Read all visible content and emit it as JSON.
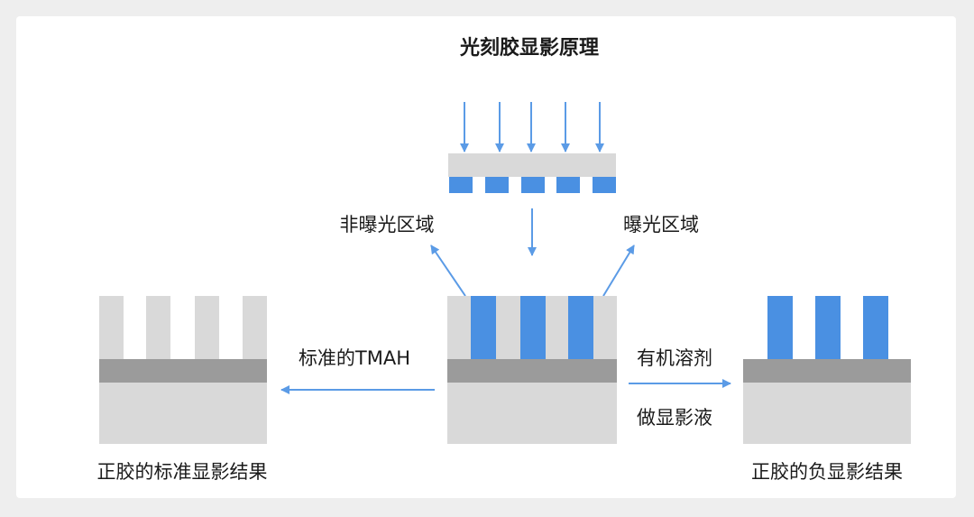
{
  "title": "光刻胶显影原理",
  "labels": {
    "unexposed_region": "非曝光区域",
    "exposed_region": "曝光区域",
    "standard_tmah": "标准的TMAH",
    "organic_solvent_line1": "有机溶剂",
    "organic_solvent_line2": "做显影液",
    "positive_standard_result": "正胶的标准显影结果",
    "positive_negative_result": "正胶的负显影结果"
  },
  "colors": {
    "exposed_blue": "#4a90e2",
    "arrow_blue": "#5b9be6",
    "resist_gray": "#d9d9d9",
    "layer_dark_gray": "#9b9b9b",
    "substrate_gray": "#d9d9d9",
    "text": "#1a1a1a"
  },
  "icons": {
    "light_arrow": "arrow-down-icon",
    "process_arrow": "arrow-icon"
  }
}
